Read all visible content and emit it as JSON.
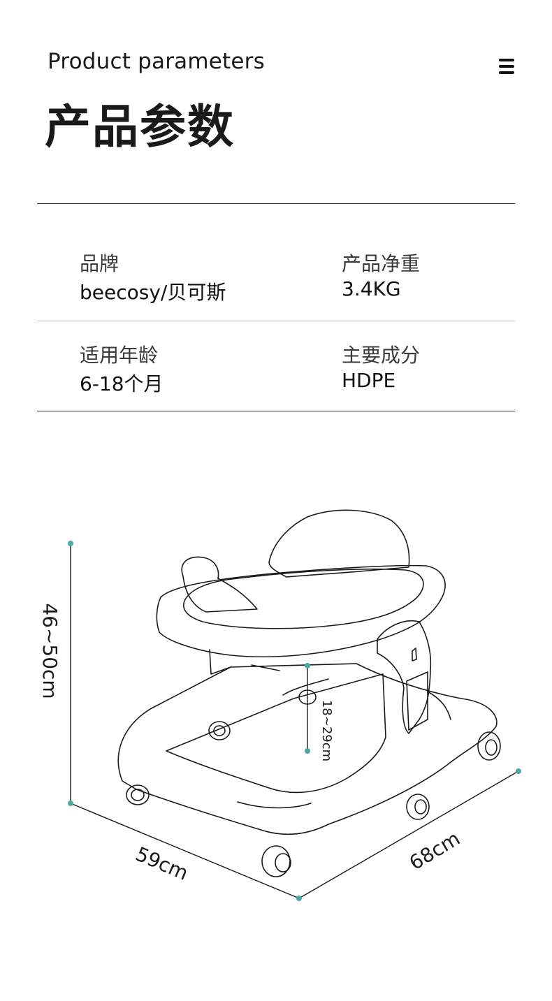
{
  "header": {
    "subtitle": "Product parameters",
    "title": "产品参数",
    "menu_icon": "hamburger-menu-icon"
  },
  "params": [
    {
      "label": "品牌",
      "value": "beecosy/贝可斯"
    },
    {
      "label": "产品净重",
      "value": "3.4KG"
    },
    {
      "label": "适用年龄",
      "value": "6-18个月"
    },
    {
      "label": "主要成分",
      "value": "HDPE"
    }
  ],
  "dimensions": {
    "height": "46~50cm",
    "seat_height": "18~29cm",
    "width": "59cm",
    "length": "68cm"
  },
  "colors": {
    "accent": "#4fa6a3",
    "line": "#1a1a1a"
  }
}
